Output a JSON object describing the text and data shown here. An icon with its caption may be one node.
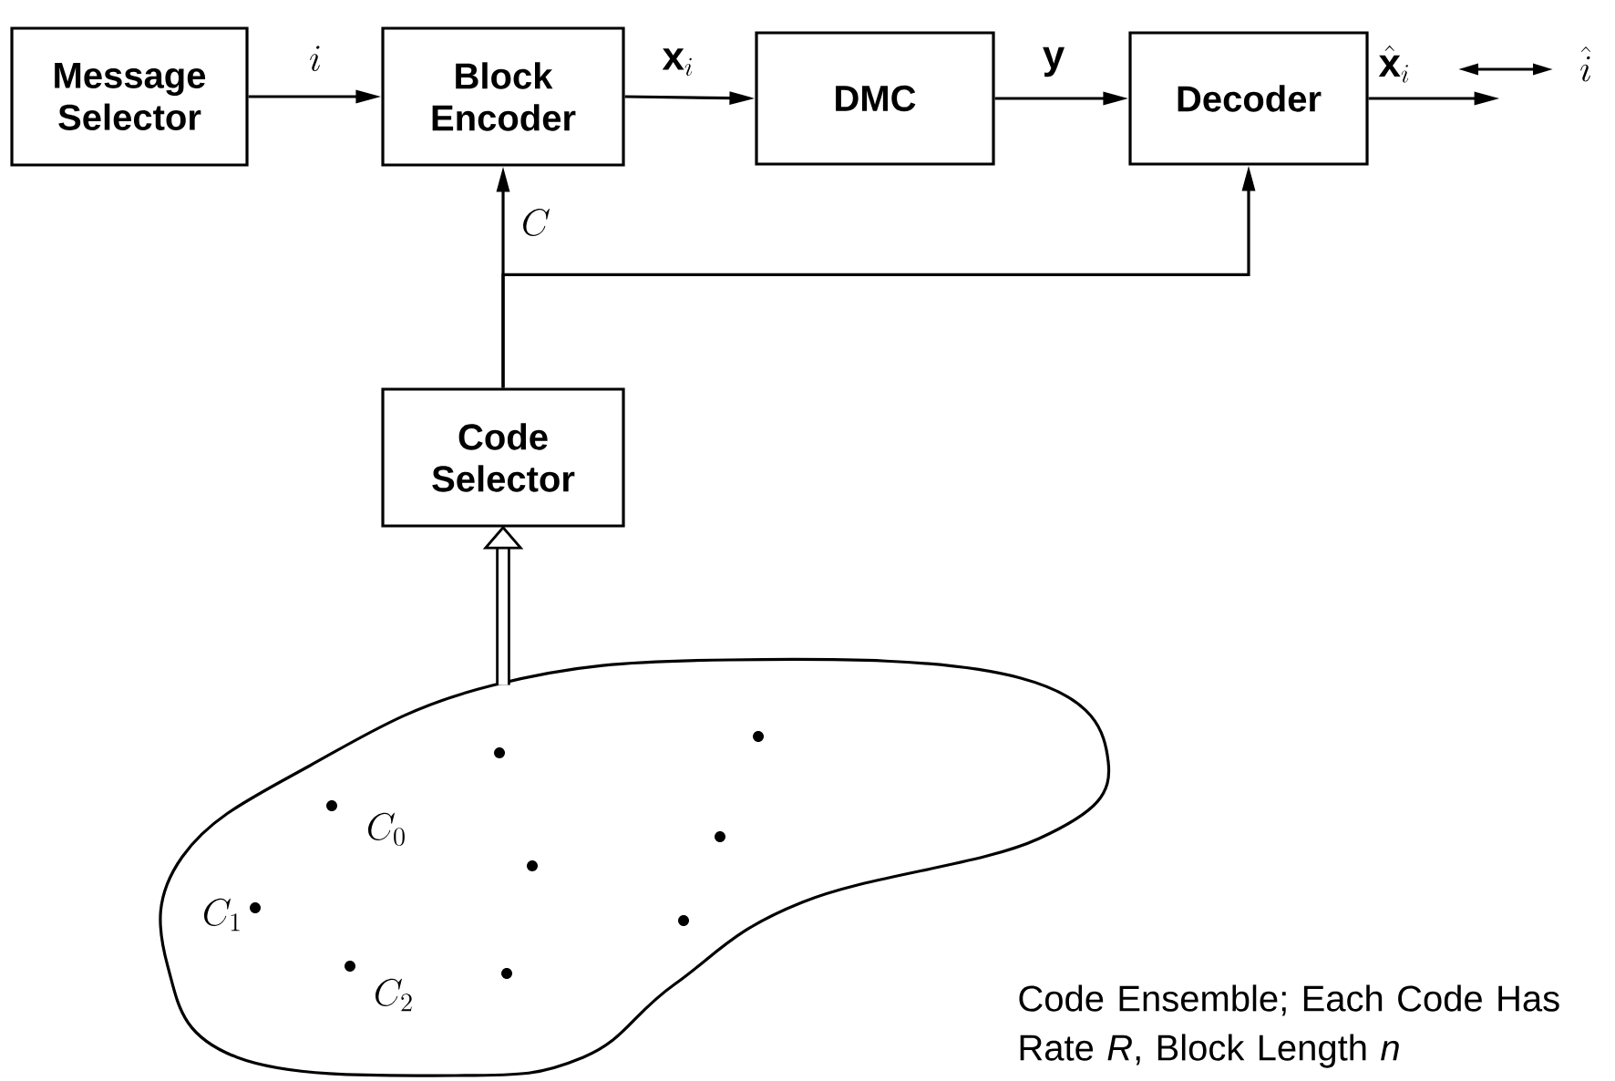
{
  "diagram": {
    "nodes": [
      {
        "text": [
          "Message Selector"
        ]
      },
      {
        "text": [
          "Block Encoder"
        ]
      },
      {
        "text": [
          "DMC"
        ]
      },
      {
        "text": [
          "Decoder"
        ]
      },
      {
        "text": [
          "Code Selector"
        ]
      },
      {
        "text": [],
        "shape": "cloud",
        "beside": [
          "Code Ensemble; Each Code Has Rate *R*, Block Length *n*"
        ]
      }
    ],
    "edges": [
      {
        "from": 0,
        "to": 1,
        "arrow": "to",
        "label": "i"
      },
      {
        "from": 1,
        "to": 2,
        "arrow": "to",
        "label": "\\mathbf{x}_i"
      },
      {
        "from": 2,
        "to": 3,
        "arrow": "to",
        "label": "\\mathbf{y}"
      },
      {
        "from": 4,
        "to": 1,
        "arrow": "to",
        "label": "C"
      },
      {
        "from": 4,
        "to": 3,
        "arrow": "to"
      },
      {
        "from": 3,
        "to": null,
        "arrow": "to",
        "label": "\\hat{\\mathbf{x}}_i"
      },
      {
        "from": 5,
        "to": 4,
        "arrow": "to",
        "style": "thick"
      }
    ],
    "labels": [
      "\\hat{i}",
      "C_0",
      "C_1",
      "C_2"
    ]
  }
}
